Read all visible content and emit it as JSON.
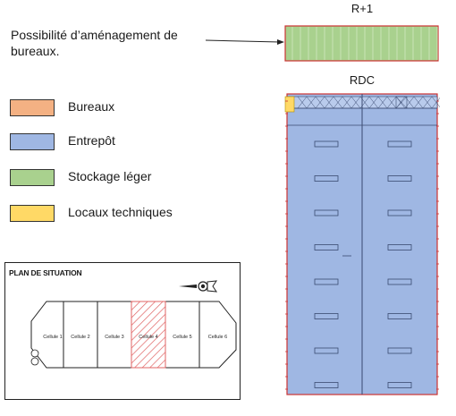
{
  "annotation": {
    "text": "Possibilité d’aménagement de bureaux."
  },
  "levels": {
    "upper": "R+1",
    "ground": "RDC"
  },
  "legend": [
    {
      "label": "Bureaux",
      "color": "#f4b183"
    },
    {
      "label": "Entrepôt",
      "color": "#9fb7e3"
    },
    {
      "label": "Stockage léger",
      "color": "#a9d18e"
    },
    {
      "label": "Locaux techniques",
      "color": "#ffd966"
    }
  ],
  "situation_plan": {
    "title": "PLAN DE SITUATION",
    "cells": [
      "Cellule 1",
      "Cellule 2",
      "Cellule 3",
      "Cellule 4",
      "Cellule 5",
      "Cellule 6"
    ],
    "highlighted_cell": "Cellule 4",
    "highlight_color": "#e06666"
  },
  "colors": {
    "warehouse_fill": "#9fb7e3",
    "light_storage_fill": "#a9d18e",
    "technical_fill": "#ffd966",
    "outline_red": "#cc3333",
    "line_dark": "#3a4a70"
  }
}
